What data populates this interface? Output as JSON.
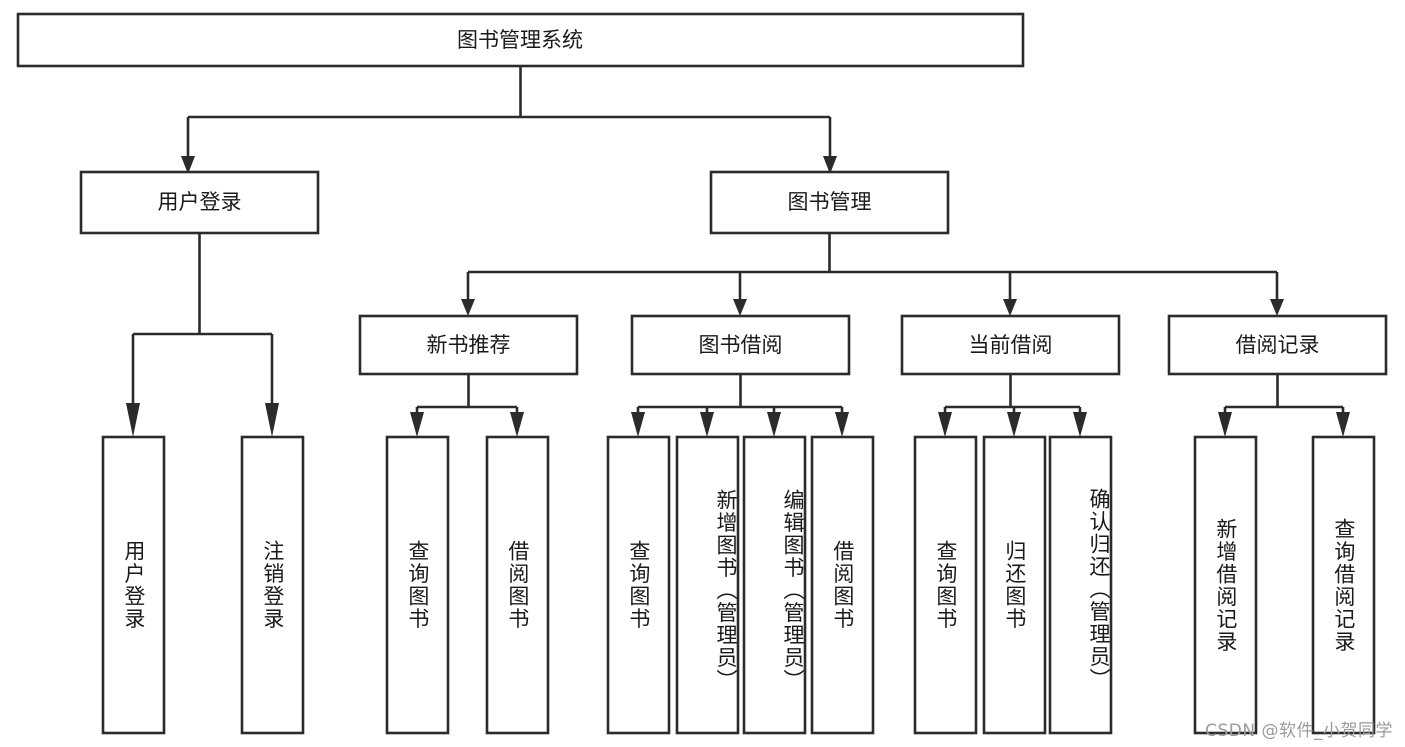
{
  "diagram": {
    "title": "图书管理系统",
    "type": "hierarchy-tree",
    "orientation": "top-down",
    "levels": 4,
    "root": {
      "id": "root",
      "label": "图书管理系统",
      "text_direction": "horizontal"
    },
    "level2": [
      {
        "id": "user-login",
        "label": "用户登录",
        "text_direction": "horizontal"
      },
      {
        "id": "book-management",
        "label": "图书管理",
        "text_direction": "horizontal"
      }
    ],
    "level3": [
      {
        "id": "new-book-recommend",
        "label": "新书推荐",
        "parent": "book-management",
        "text_direction": "horizontal"
      },
      {
        "id": "book-borrow",
        "label": "图书借阅",
        "parent": "book-management",
        "text_direction": "horizontal"
      },
      {
        "id": "current-borrow",
        "label": "当前借阅",
        "parent": "book-management",
        "text_direction": "horizontal"
      },
      {
        "id": "borrow-record",
        "label": "借阅记录",
        "parent": "book-management",
        "text_direction": "horizontal"
      }
    ],
    "leaves": [
      {
        "id": "leaf-user-login",
        "label": "用户登录",
        "parent": "user-login",
        "text_direction": "vertical"
      },
      {
        "id": "leaf-logout-login",
        "label": "注销登录",
        "parent": "user-login",
        "text_direction": "vertical"
      },
      {
        "id": "leaf-query-book-1",
        "label": "查询图书",
        "parent": "new-book-recommend",
        "text_direction": "vertical"
      },
      {
        "id": "leaf-borrow-book-1",
        "label": "借阅图书",
        "parent": "new-book-recommend",
        "text_direction": "vertical"
      },
      {
        "id": "leaf-query-book-2",
        "label": "查询图书",
        "parent": "book-borrow",
        "text_direction": "vertical"
      },
      {
        "id": "leaf-add-book",
        "label": "新增图书（管理员）",
        "parent": "book-borrow",
        "text_direction": "vertical"
      },
      {
        "id": "leaf-edit-book",
        "label": "编辑图书（管理员）",
        "parent": "book-borrow",
        "text_direction": "vertical"
      },
      {
        "id": "leaf-borrow-book-2",
        "label": "借阅图书",
        "parent": "book-borrow",
        "text_direction": "vertical"
      },
      {
        "id": "leaf-query-book-3",
        "label": "查询图书",
        "parent": "current-borrow",
        "text_direction": "vertical"
      },
      {
        "id": "leaf-return-book",
        "label": "归还图书",
        "parent": "current-borrow",
        "text_direction": "vertical"
      },
      {
        "id": "leaf-confirm-return",
        "label": "确认归还（管理员）",
        "parent": "current-borrow",
        "text_direction": "vertical"
      },
      {
        "id": "leaf-add-record",
        "label": "新增借阅记录",
        "parent": "borrow-record",
        "text_direction": "vertical"
      },
      {
        "id": "leaf-query-record",
        "label": "查询借阅记录",
        "parent": "borrow-record",
        "text_direction": "vertical"
      }
    ]
  },
  "watermark": {
    "text": "CSDN @软件_小贺同学"
  },
  "colors": {
    "stroke": "#2b2b2b",
    "box_fill": "#ffffff",
    "text": "#1a1a1a",
    "background": "#ffffff",
    "watermark": "#9b9b9b"
  }
}
